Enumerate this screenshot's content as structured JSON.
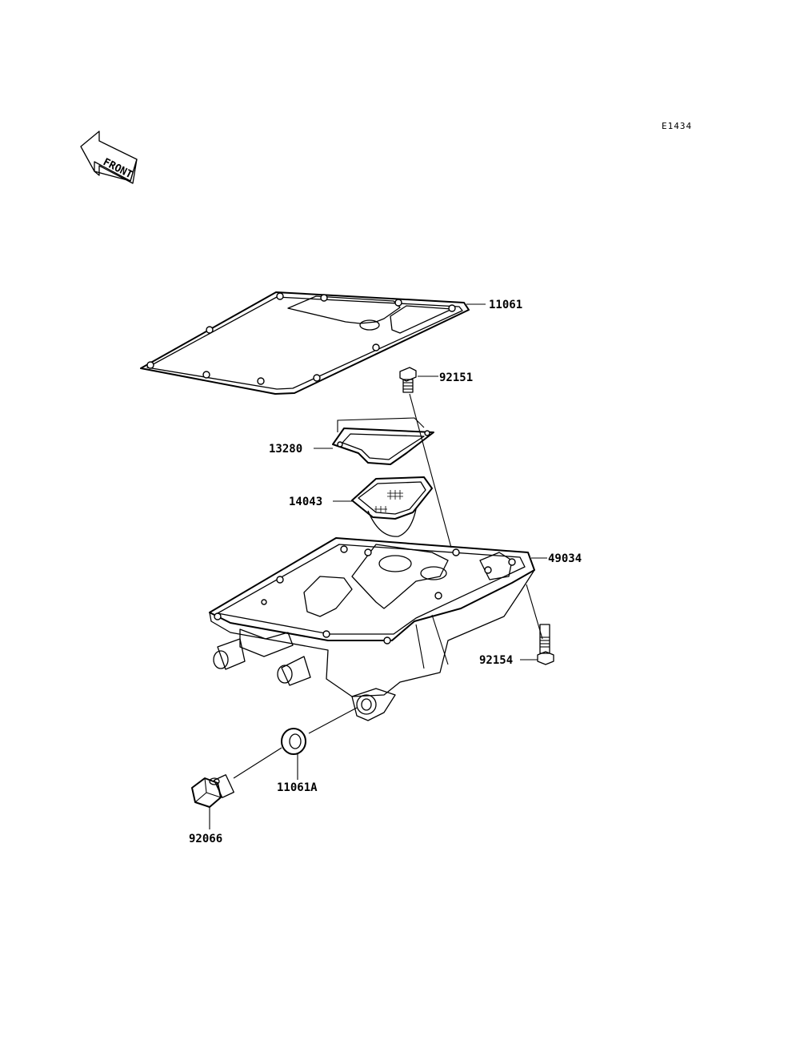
{
  "diagram_ref": "E1434",
  "front_arrow": {
    "text": "FRONT",
    "icon": "front-direction-arrow-icon"
  },
  "parts": [
    {
      "id": "oil-pan-gasket",
      "number": "11061"
    },
    {
      "id": "flange-bolt-short",
      "number": "92151"
    },
    {
      "id": "strainer-gasket",
      "number": "13280"
    },
    {
      "id": "oil-strainer",
      "number": "14043"
    },
    {
      "id": "oil-pan",
      "number": "49034"
    },
    {
      "id": "flange-bolt-long",
      "number": "92154"
    },
    {
      "id": "drain-washer",
      "number": "11061A"
    },
    {
      "id": "drain-plug",
      "number": "92066"
    }
  ]
}
